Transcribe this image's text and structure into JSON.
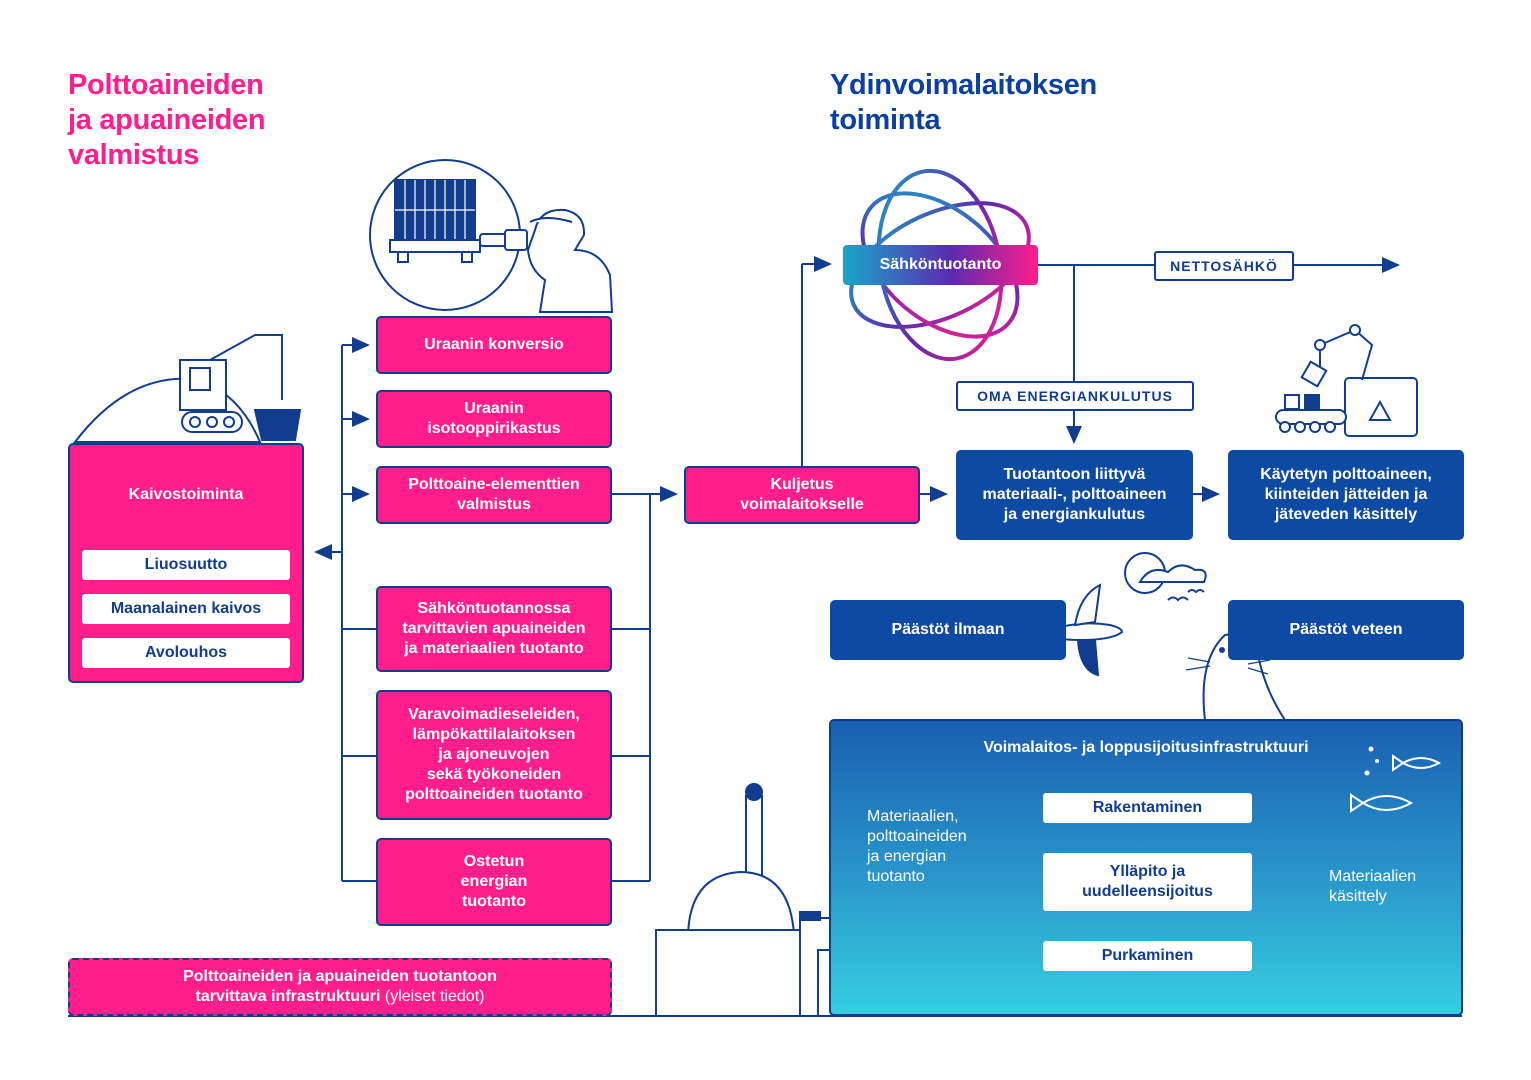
{
  "left_title": "Polttoaineiden\nja apuaineiden\nvalmistus",
  "right_title": "Ydinvoimalaitoksen\ntoiminta",
  "mining": {
    "title": "Kaivostoiminta",
    "methods": [
      "Liuosuutto",
      "Maanalainen kaivos",
      "Avolouhos"
    ]
  },
  "fuel_steps": {
    "conversion": "Uraanin konversio",
    "enrichment": "Uraanin\nisotooppirikastus",
    "elements": "Polttoaine-elementtien\nvalmistus",
    "auxiliary": "Sähköntuotannossa\ntarvittavien apuaineiden\nja materiaalien tuotanto",
    "backup_fuels": "Varavoimadieseleiden,\nlämpökattilalaitoksen\nja ajoneuvojen\nsekä työkoneiden\npolttoaineiden tuotanto",
    "purchased_energy": "Ostetun\nenergian\ntuotanto"
  },
  "infrastructure_note": {
    "bold": "Polttoaineiden ja apuaineiden tuotantoon\ntarvittava infrastruktuuri",
    "normal": " (yleiset tiedot)"
  },
  "transport": "Kuljetus\nvoimalaitokselle",
  "electricity": "Sähköntuotanto",
  "net_electricity": "NETTOSÄHKÖ",
  "own_consumption": "OMA ENERGIANKULUTUS",
  "production_consumption": "Tuotantoon liittyvä\nmateriaali-, polttoaineen\nja energiankulutus",
  "waste_handling": "Käytetyn polttoaineen,\nkiinteiden jätteiden ja\njäteveden käsittely",
  "emissions_air": "Päästöt ilmaan",
  "emissions_water": "Päästöt veteen",
  "plant_infra": {
    "title": "Voimalaitos- ja loppusijoitusinfrastruktuuri",
    "input": "Materiaalien,\npolttoaineiden\nja energian\ntuotanto",
    "stages": [
      "Rakentaminen",
      "Ylläpito ja\nuudelleensijoitus",
      "Purkaminen"
    ],
    "output": "Materiaalien\nkäsittely"
  },
  "colors": {
    "pink": "#ff1e8c",
    "navy": "#123d8f",
    "blue": "#0d4aa3",
    "gradient_top": "#1a5fb0",
    "gradient_bottom": "#35cfe0"
  },
  "icons": [
    "fuel-rack-icon",
    "inspector-with-binoculars-icon",
    "excavator-icon",
    "atom-icon",
    "recycling-robot-icon",
    "bird-icon",
    "cloud-sun-icon",
    "seal-icon",
    "fish-icon",
    "power-plant-icon"
  ]
}
